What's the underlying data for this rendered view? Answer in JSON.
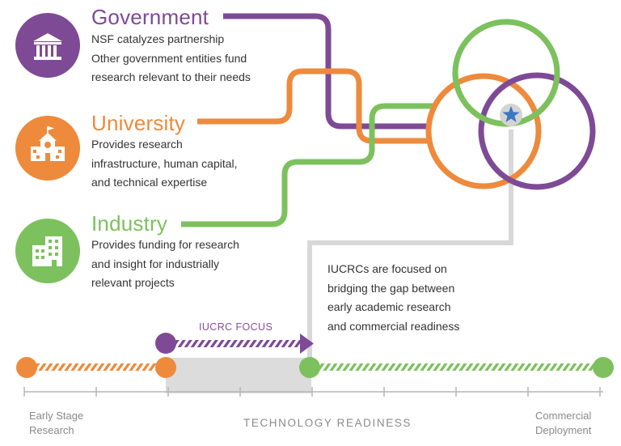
{
  "colors": {
    "government": "#7e4a96",
    "university": "#ee8a3c",
    "industry": "#7cc15e",
    "gray": "#d6d6d6",
    "star": "#3b78bf"
  },
  "government": {
    "title": "Government",
    "description": "NSF catalyzes partnership\nOther government entities fund\nresearch relevant to their needs",
    "icon": "government-building-icon"
  },
  "university": {
    "title": "University",
    "description": "Provides research\ninfrastructure, human capital,\nand technical expertise",
    "icon": "university-school-icon"
  },
  "industry": {
    "title": "Industry",
    "description": "Provides funding for research\nand insight for industrially\nrelevant projects",
    "icon": "industry-office-building-icon"
  },
  "callout": {
    "text": "IUCRCs are focused on\nbridging the gap between\nearly academic research\nand commercial readiness"
  },
  "timeline": {
    "focus_label": "IUCRC FOCUS",
    "axis_label": "TECHNOLOGY READINESS",
    "left_label": "Early Stage\nResearch",
    "right_label": "Commercial\nDeployment"
  }
}
